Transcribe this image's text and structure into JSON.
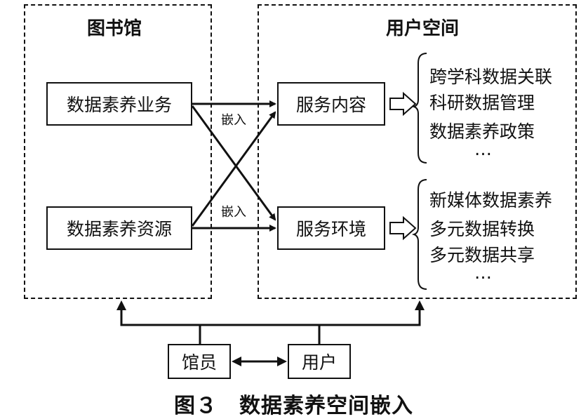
{
  "library": {
    "title": "图书馆",
    "business": "数据素养业务",
    "resources": "数据素养资源"
  },
  "user_space": {
    "title": "用户空间",
    "service_content": "服务内容",
    "service_environment": "服务环境",
    "content_items": [
      "跨学科数据关联",
      "科研数据管理",
      "数据素养政策",
      "…"
    ],
    "environment_items": [
      "新媒体数据素养",
      "多元数据转换",
      "多元数据共享",
      "…"
    ]
  },
  "embed_label": "嵌入",
  "librarian": "馆员",
  "user": "用户",
  "caption": "图３　数据素养空间嵌入"
}
